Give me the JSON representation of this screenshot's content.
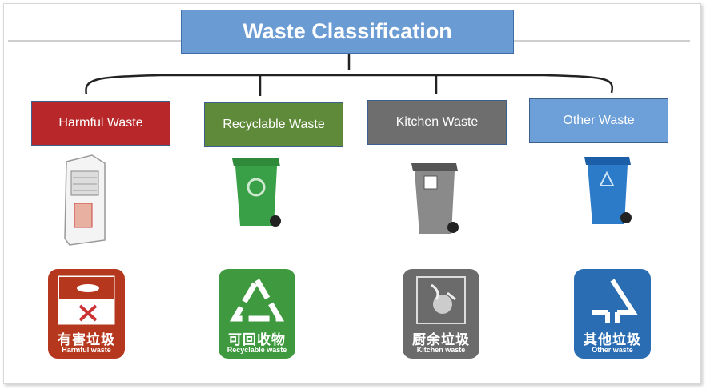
{
  "title": "Waste Classification",
  "categories": [
    {
      "label": "Harmful Waste",
      "color": "#b8282a",
      "sign_zh": "有害垃圾",
      "sign_en": "Harmful waste",
      "sign_color": "#b5381e"
    },
    {
      "label": "Recyclable Waste",
      "color": "#5f8a3a",
      "sign_zh": "可回收物",
      "sign_en": "Recyclable waste",
      "sign_color": "#3f9a3f"
    },
    {
      "label": "Kitchen Waste",
      "color": "#6e6e6e",
      "sign_zh": "厨余垃圾",
      "sign_en": "Kitchen waste",
      "sign_color": "#6b6b6b"
    },
    {
      "label": "Other Waste",
      "color": "#6d9fd8",
      "sign_zh": "其他垃圾",
      "sign_en": "Other waste",
      "sign_color": "#2a6db3"
    }
  ]
}
